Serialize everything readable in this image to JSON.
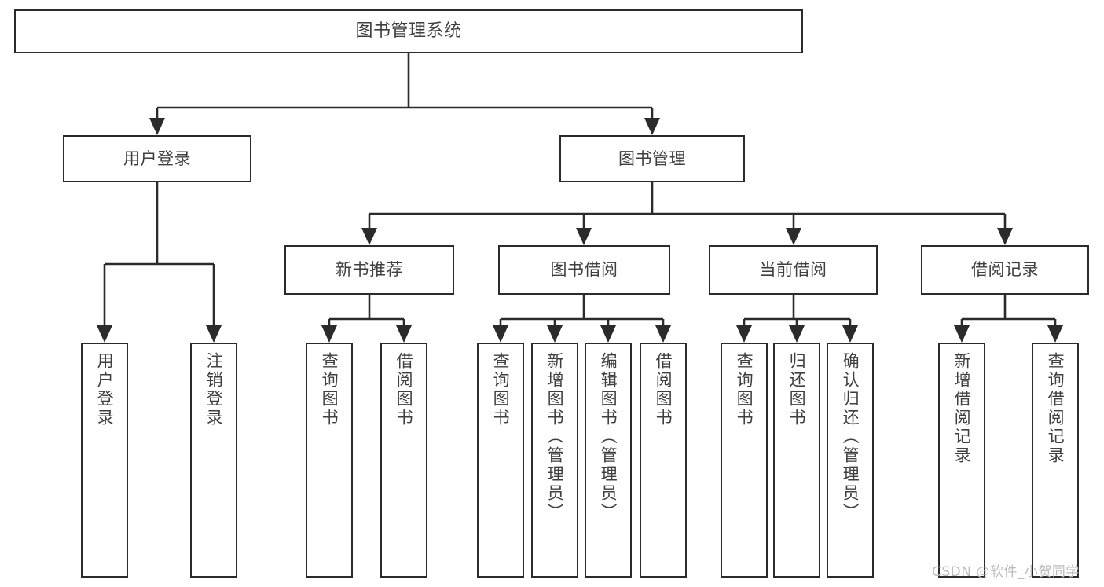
{
  "diagram": {
    "type": "tree-hierarchy",
    "title": "图书管理系统",
    "watermark": "CSDN @软件_小贺同学",
    "colors": {
      "box_border": "#2b2b2b",
      "box_fill": "#ffffff",
      "text": "#3f3f3f",
      "connector": "#2b2b2b",
      "watermark": "#b9bcc0",
      "background": "#ffffff"
    },
    "nodes": {
      "root": {
        "label": "图书管理系统"
      },
      "level2": [
        {
          "label": "用户登录"
        },
        {
          "label": "图书管理"
        }
      ],
      "level3": [
        {
          "label": "新书推荐"
        },
        {
          "label": "图书借阅"
        },
        {
          "label": "当前借阅"
        },
        {
          "label": "借阅记录"
        }
      ],
      "leaves": {
        "user_login": [
          {
            "label": "用户登录"
          },
          {
            "label": "注销登录"
          }
        ],
        "new_book_recommend": [
          {
            "label": "查询图书"
          },
          {
            "label": "借阅图书"
          }
        ],
        "book_borrow": [
          {
            "label": "查询图书"
          },
          {
            "label": "新增图书（管理员）"
          },
          {
            "label": "编辑图书（管理员）"
          },
          {
            "label": "借阅图书"
          }
        ],
        "current_borrow": [
          {
            "label": "查询图书"
          },
          {
            "label": "归还图书"
          },
          {
            "label": "确认归还（管理员）"
          }
        ],
        "borrow_record": [
          {
            "label": "新增借阅记录"
          },
          {
            "label": "查询借阅记录"
          }
        ]
      }
    }
  }
}
